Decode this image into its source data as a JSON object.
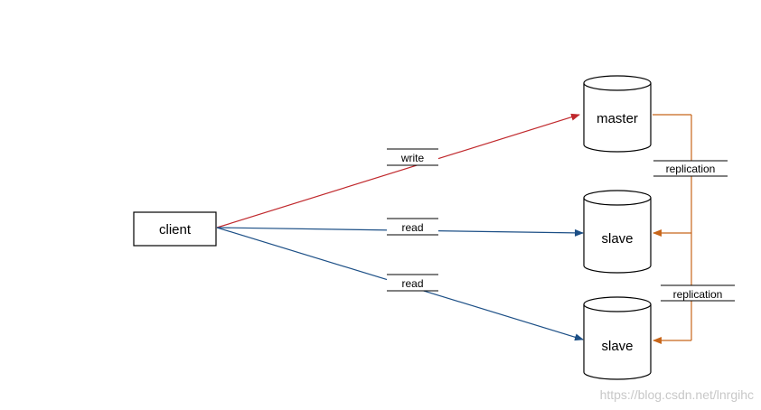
{
  "nodes": {
    "client": "client",
    "master": "master",
    "slave_top": "slave",
    "slave_bottom": "slave"
  },
  "edges": {
    "write": "write",
    "read_top": "read",
    "read_bottom": "read"
  },
  "replication": {
    "top": "replication",
    "bottom": "replication"
  },
  "colors": {
    "write": "#c0282c",
    "read": "#1c4f86",
    "replication": "#c8661a",
    "stroke": "#000000"
  },
  "watermark": "https://blog.csdn.net/lnrgihc"
}
